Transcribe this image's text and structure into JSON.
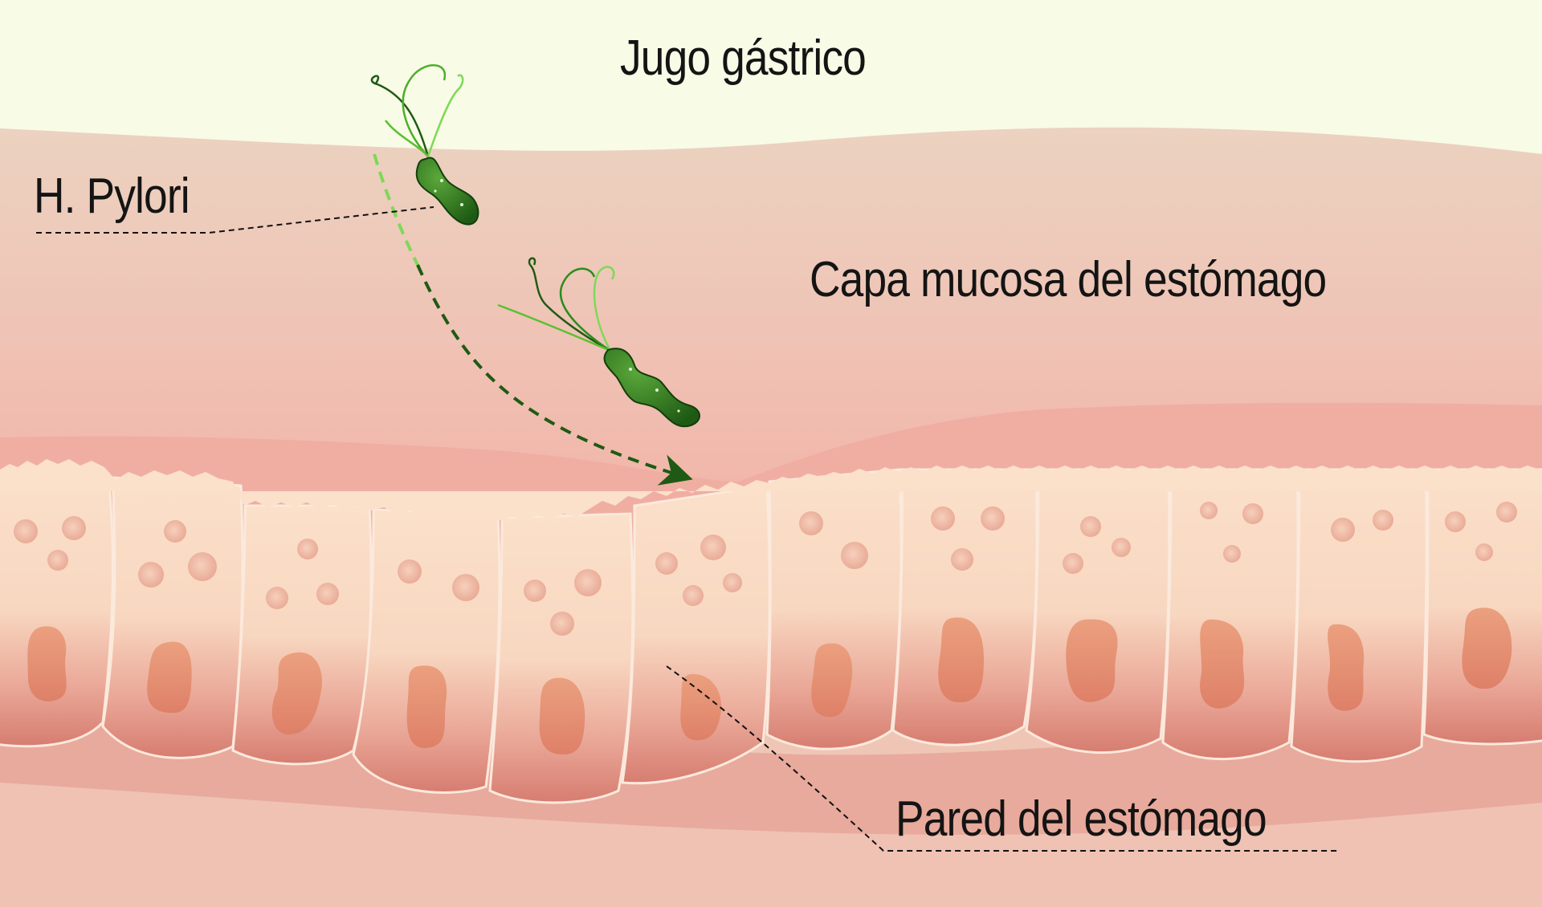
{
  "labels": {
    "gastric_juice": "Jugo gástrico",
    "h_pylori": "H. Pylori",
    "mucous_layer": "Capa mucosa del estómago",
    "stomach_wall": "Pared del estómago"
  },
  "colors": {
    "gastric_juice": "#f8fbe6",
    "mucus_upper": "#ecd2c0",
    "mucus_lower": "#f2b8ac",
    "cell_top": "#fbe0ca",
    "cell_bottom": "#d97f72",
    "nucleus": "#e8987a",
    "bacterium": "#2f7a22",
    "flagella": "#7ed957",
    "path_arrow": "#1f5a14",
    "leader_line": "#111111"
  }
}
